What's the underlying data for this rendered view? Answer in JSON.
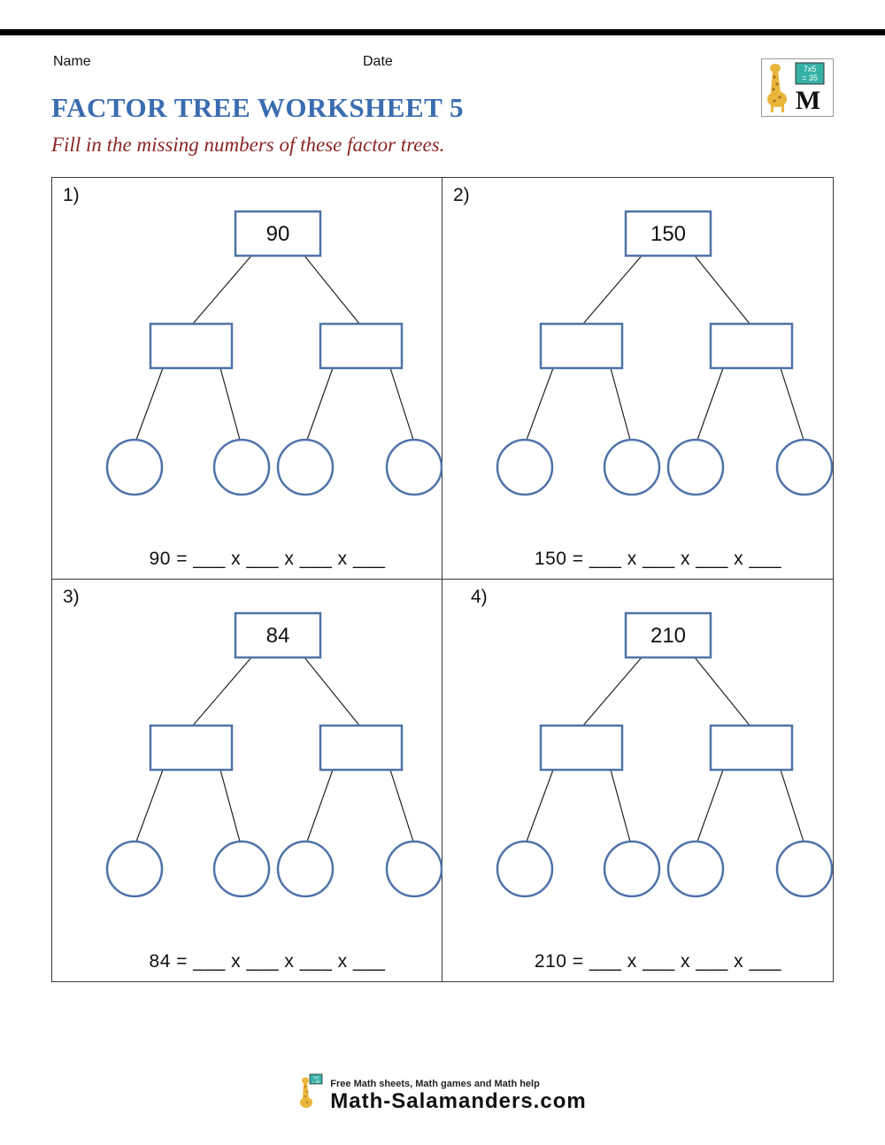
{
  "page": {
    "name_label": "Name",
    "date_label": "Date",
    "title": "FACTOR TREE WORKSHEET 5",
    "subtitle": "Fill in the missing numbers of these factor trees."
  },
  "logo": {
    "board_top": "7x5",
    "board_bottom": "= 35",
    "letter": "M"
  },
  "problems": [
    {
      "label": "1)",
      "root": "90",
      "equation": "90 = ___ x ___ x ___ x ___"
    },
    {
      "label": "2)",
      "root": "150",
      "equation": "150 = ___ x ___ x ___ x ___"
    },
    {
      "label": "3)",
      "root": "84",
      "equation": "84 = ___ x ___ x ___ x ___"
    },
    {
      "label": "4)",
      "root": "210",
      "equation": "210 = ___ x ___ x ___ x ___"
    }
  ],
  "footer": {
    "tagline": "Free Math sheets, Math games and Math help",
    "site": "Math-Salamanders.com"
  },
  "colors": {
    "box_stroke": "#4e73a8",
    "title_blue": "#3a6cb0",
    "subtitle_red": "#8b2525",
    "board_teal": "#35b0a5",
    "giraffe_yellow": "#e9b63b"
  }
}
